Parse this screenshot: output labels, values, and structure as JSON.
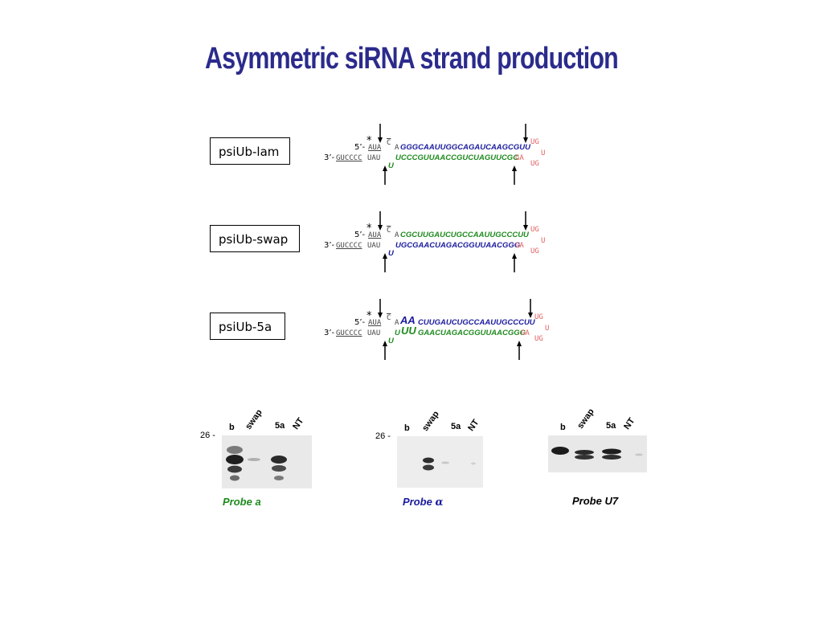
{
  "title": "Asymmetric siRNA strand production",
  "constructs": [
    {
      "name": "psiUb-lam",
      "top": {
        "prime": "5’-",
        "star": "*",
        "u1": "AUA",
        "c": "C",
        "a": "A",
        "seq": "GGGCAAUUGGCAGAUCAAGCGUU"
      },
      "bottom": {
        "prime": "3’-",
        "u1": "GUCCCC",
        "u2": "UAU",
        "u": "U",
        "seq": "UCCCGUUAACCGUCUAGUUCGC",
        "ga": "GA"
      },
      "loop": {
        "ug_top": "UG",
        "u": "U",
        "ug_bot": "UG"
      }
    },
    {
      "name": "psiUb-swap",
      "top": {
        "prime": "5’-",
        "star": "*",
        "u1": "AUA",
        "c": "C",
        "a": "A",
        "seq": "CGCUUGAUCUGCCAAUUGCCCUU"
      },
      "bottom": {
        "prime": "3’-",
        "u1": "GUCCCC",
        "u2": "UAU",
        "u": "U",
        "seq": "UGCGAACUAGACGGUUAACGGG",
        "ga": "GA"
      },
      "loop": {
        "ug_top": "UG",
        "u": "U",
        "ug_bot": "UG"
      }
    },
    {
      "name": "psiUb-5a",
      "top": {
        "prime": "5’-",
        "star": "*",
        "u1": "AUA",
        "c": "C",
        "a": "A",
        "aa": "AA",
        "seq": "CUUGAUCUGCCAAUUGCCCUU"
      },
      "bottom": {
        "prime": "3’-",
        "u1": "GUCCCC",
        "u2": "UAU",
        "u": "U",
        "uu": "UU",
        "seq": "GAACUAGACGGUUAACGGG",
        "ga": "GA",
        "u_pre": "U"
      },
      "loop": {
        "ug_top": "UG",
        "u": "U",
        "ug_bot": "UG"
      }
    }
  ],
  "blots": [
    {
      "lanes": [
        "b",
        "swap",
        "5a",
        "NT"
      ],
      "marker": "26 -",
      "probe": "Probe a",
      "probe_color": "#1d8a1d"
    },
    {
      "lanes": [
        "b",
        "swap",
        "5a",
        "NT"
      ],
      "marker": "26 -",
      "probe_prefix": "Probe ",
      "probe_symbol": "α",
      "probe_color": "#1a1a9e"
    },
    {
      "lanes": [
        "b",
        "swap",
        "5a",
        "NT"
      ],
      "probe": "Probe U7",
      "probe_color": "#000000"
    }
  ],
  "colors": {
    "title": "#2b2b8c",
    "blue_strand": "#1a1a9e",
    "green_strand": "#1d8a1d",
    "loop": "#e06060"
  }
}
